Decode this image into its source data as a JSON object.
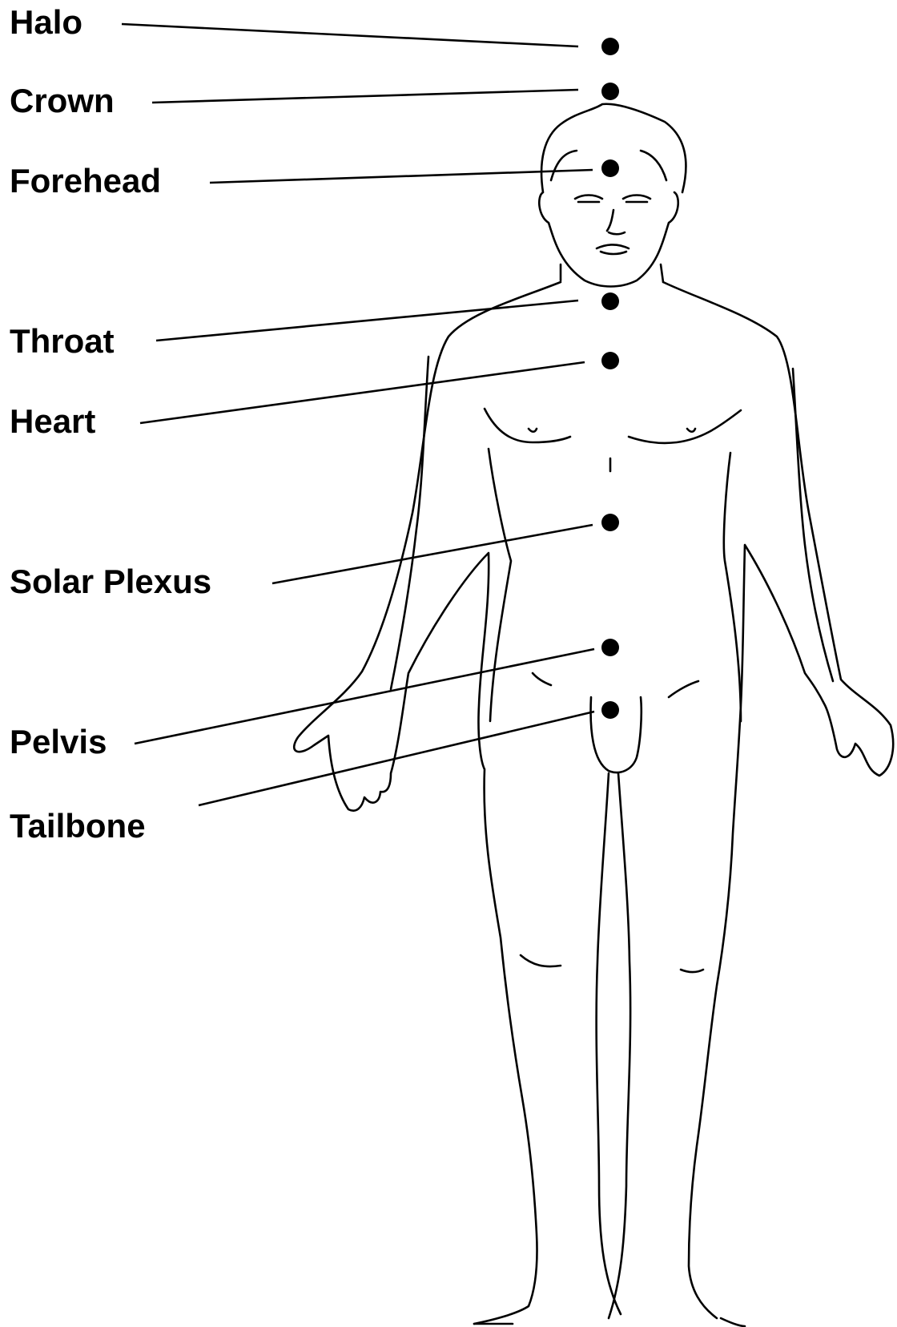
{
  "colors": {
    "ink": "#000000",
    "background": "#ffffff"
  },
  "points": [
    {
      "id": "halo",
      "label": "Halo"
    },
    {
      "id": "crown",
      "label": "Crown"
    },
    {
      "id": "forehead",
      "label": "Forehead"
    },
    {
      "id": "throat",
      "label": "Throat"
    },
    {
      "id": "heart",
      "label": "Heart"
    },
    {
      "id": "solar-plexus",
      "label": "Solar Plexus"
    },
    {
      "id": "pelvis",
      "label": "Pelvis"
    },
    {
      "id": "tailbone",
      "label": "Tailbone"
    }
  ]
}
